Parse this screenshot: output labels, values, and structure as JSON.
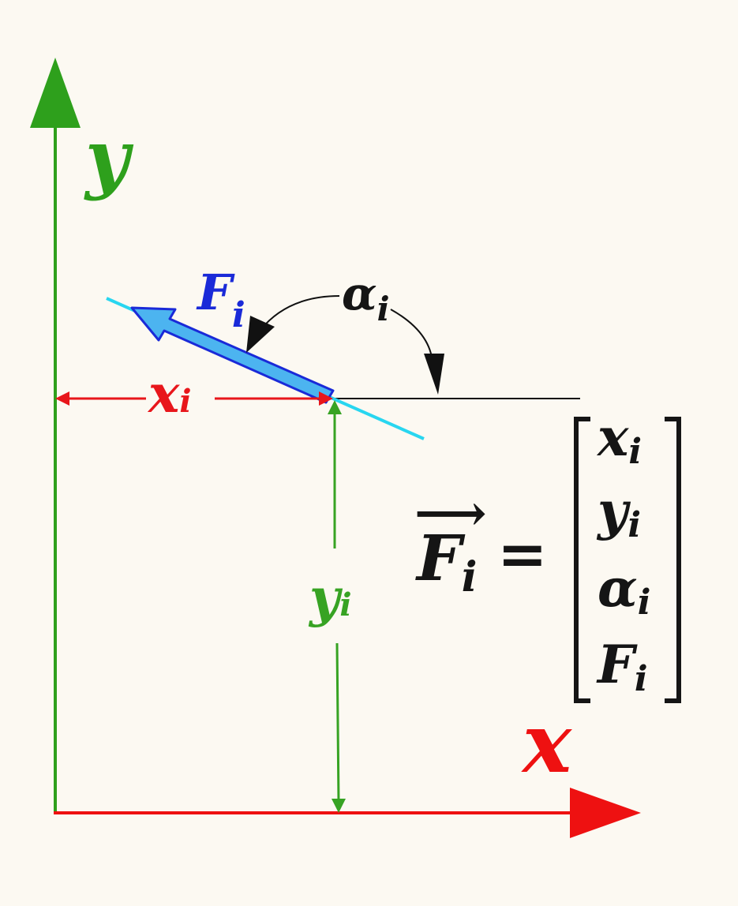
{
  "colors": {
    "background": "#fcf9f2",
    "y_axis": "#2ea01c",
    "x_axis": "#ee1111",
    "force_fill": "#4cb4f0",
    "force_stroke": "#1a2ad8",
    "force_label": "#1a2ad8",
    "line_of_action": "#28d6f0",
    "reference_line": "#111111",
    "x_dimension": "#e8161b",
    "y_dimension": "#37a323",
    "text": "#151515"
  },
  "labels": {
    "y_axis": "y",
    "x_axis": "x",
    "force": "F",
    "force_sub": "i",
    "angle": "α",
    "angle_sub": "i",
    "x_dim": "x",
    "x_dim_sub": "i",
    "y_dim": "y",
    "y_dim_sub": "i"
  },
  "equation": {
    "lhs": "F",
    "lhs_sub": "i",
    "arrow": "⟶",
    "equals": "=",
    "vector": [
      {
        "sym": "x",
        "sub": "i"
      },
      {
        "sym": "y",
        "sub": "i"
      },
      {
        "sym": "α",
        "sub": "i"
      },
      {
        "sym": "F",
        "sub": "i"
      }
    ]
  }
}
